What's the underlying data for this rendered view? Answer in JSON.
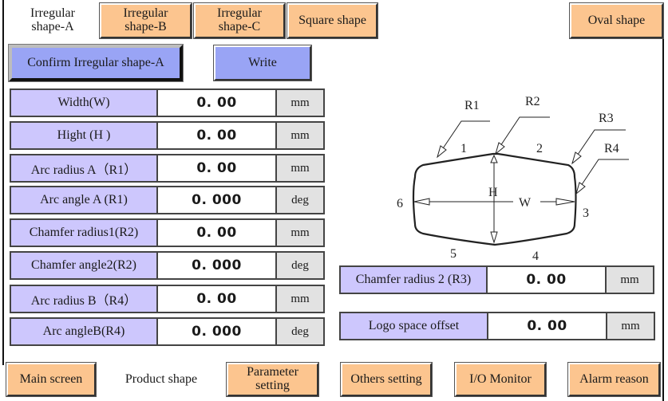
{
  "shape_tabs": {
    "active": "Irregular\nshape-A",
    "items": [
      {
        "label": "Irregular shape-B"
      },
      {
        "label": "Irregular shape-C"
      },
      {
        "label": "Square shape"
      },
      {
        "label": "Oval shape"
      }
    ]
  },
  "active_tab_lines": [
    "Irregular",
    "shape-A"
  ],
  "tab_b_lines": [
    "Irregular",
    "shape-B"
  ],
  "tab_c_lines": [
    "Irregular",
    "shape-C"
  ],
  "actions": {
    "confirm_label": "Confirm Irregular shape-A",
    "write_label": "Write"
  },
  "parameters": [
    {
      "label": "Width(W)",
      "value": "0. 00",
      "unit": "mm"
    },
    {
      "label": "Hight (H )",
      "value": "0. 00",
      "unit": "mm"
    },
    {
      "label": "Arc radius A（R1）",
      "value": "0. 00",
      "unit": "mm"
    },
    {
      "label": "Arc angle A (R1)",
      "value": "0. 000",
      "unit": "deg"
    },
    {
      "label": "Chamfer radius1(R2)",
      "value": "0. 00",
      "unit": "mm"
    },
    {
      "label": "Chamfer  angle2(R2)",
      "value": "0. 000",
      "unit": "deg"
    },
    {
      "label": "Arc radius B（R4）",
      "value": "0. 00",
      "unit": "mm"
    },
    {
      "label": "Arc angleB(R4)",
      "value": "0. 000",
      "unit": "deg"
    }
  ],
  "right_parameters": [
    {
      "label": "Chamfer radius 2 (R3)",
      "value": "0. 00",
      "unit": "mm"
    },
    {
      "label": "Logo space offset",
      "value": "0. 00",
      "unit": "mm"
    }
  ],
  "diagram": {
    "callouts": [
      "R1",
      "R2",
      "R3",
      "R4"
    ],
    "edge_numbers": [
      "1",
      "2",
      "3",
      "4",
      "5",
      "6"
    ],
    "width_label": "W",
    "height_label": "H"
  },
  "bottom_nav": {
    "main_screen": "Main screen",
    "current_page": "Product shape",
    "parameter_setting_lines": [
      "Parameter",
      "setting"
    ],
    "others_setting": "Others setting",
    "io_monitor": "I/O Monitor",
    "alarm_reason": "Alarm reason"
  },
  "colors": {
    "button_orange": "#fcc58f",
    "button_blue": "#99a4f5",
    "label_lavender": "#cdc7fd",
    "unit_gray": "#e2e2e2"
  }
}
